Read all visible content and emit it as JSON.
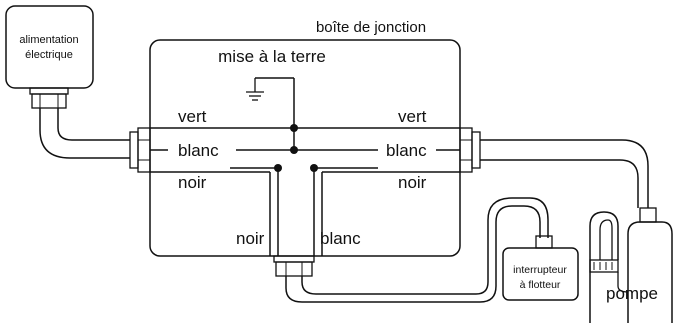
{
  "labels": {
    "junction_box": "boîte de jonction",
    "power_supply_line1": "alimentation",
    "power_supply_line2": "électrique",
    "ground": "mise à la terre",
    "green_left": "vert",
    "white_left": "blanc",
    "black_left": "noir",
    "green_right": "vert",
    "white_right": "blanc",
    "black_right": "noir",
    "black_bottom": "noir",
    "white_bottom": "blanc",
    "float_switch_line1": "interrupteur",
    "float_switch_line2": "à flotteur",
    "pump": "pompe"
  },
  "colors": {
    "line": "#111111",
    "background": "#ffffff"
  }
}
